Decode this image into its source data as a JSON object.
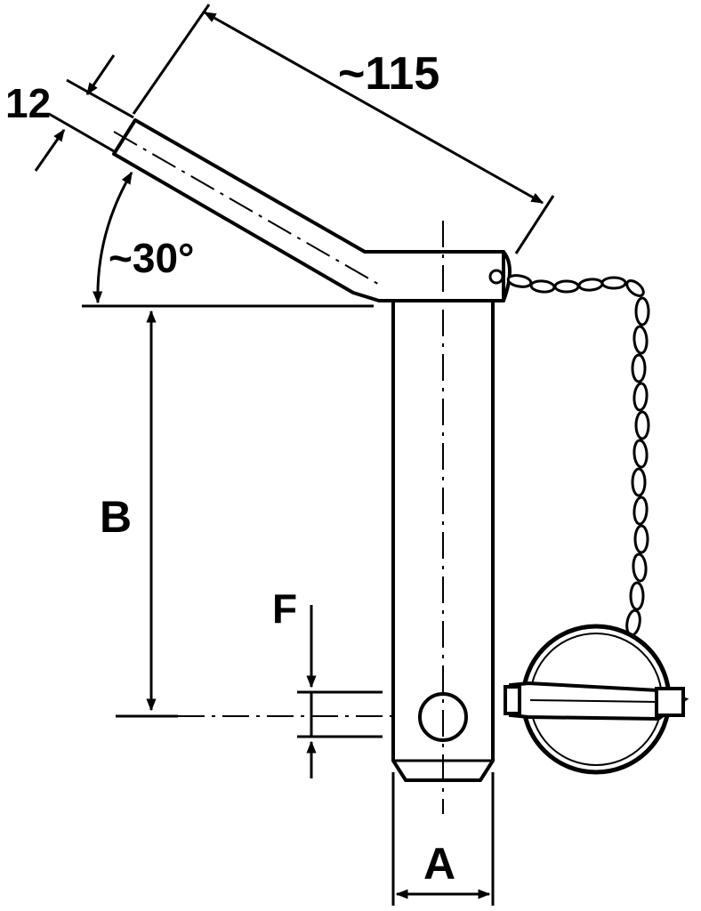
{
  "colors": {
    "ink": "#000000",
    "paper": "#ffffff"
  },
  "dimensions": {
    "bent_length": "~115",
    "handle_diameter": "12",
    "bend_angle": "~30°",
    "pin_length": "B",
    "hole_offset": "F",
    "pin_diameter": "A"
  },
  "icons": {
    "chain": "chain-icon",
    "linch_pin_ring": "ring-clip-icon"
  }
}
